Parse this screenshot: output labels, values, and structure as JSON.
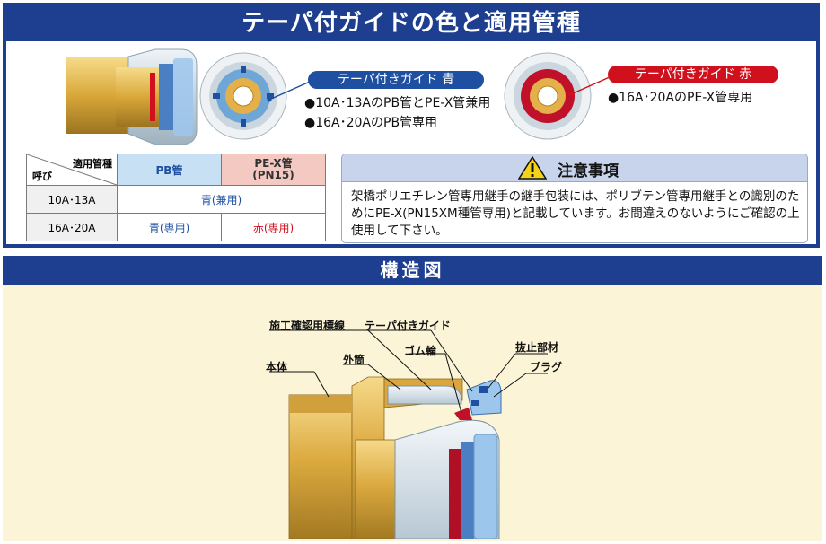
{
  "header": {
    "title": "テーパ付ガイドの色と適用管種"
  },
  "blue_guide": {
    "label": "テーパ付きガイド 青",
    "bullets": [
      "●10A･13AのPB管とPE-X管兼用",
      "●16A･20AのPB管専用"
    ]
  },
  "red_guide": {
    "label": "テーパ付きガイド 赤",
    "bullets": [
      "●16A･20AのPE-X管専用"
    ]
  },
  "table": {
    "corner_top": "適用管種",
    "corner_bottom": "呼び",
    "col_pb": "PB管",
    "col_pex_line1": "PE-X管",
    "col_pex_line2": "(PN15)",
    "rows": [
      {
        "size": "10A･13A",
        "merged": "青(兼用)"
      },
      {
        "size": "16A･20A",
        "pb": "青(専用)",
        "pex": "赤(専用)"
      }
    ]
  },
  "notice": {
    "title": "注意事項",
    "body": "架橋ポリエチレン管専用継手の継手包装には、ポリブテン管専用継手との識別のためにPE-X(PN15XM種管専用)と記載しています。お間違えのないようにご確認の上使用して下さい。"
  },
  "section2": {
    "title": "構造図"
  },
  "diagram_labels": {
    "marking": "施工確認用標線",
    "taper_guide": "テーパ付きガイド",
    "body": "本体",
    "outer_sleeve": "外筒",
    "rubber_ring": "ゴム輪",
    "retainer": "抜止部材",
    "plug": "プラグ"
  },
  "colors": {
    "navy": "#1e3f8f",
    "blue_guide": "#1e4fa0",
    "red_guide": "#d0101c",
    "pex_header": "#f4c9c2",
    "pb_header": "#c8e0f4",
    "brass": "#e5b64a",
    "diagram_bg": "#fbf4d6"
  }
}
